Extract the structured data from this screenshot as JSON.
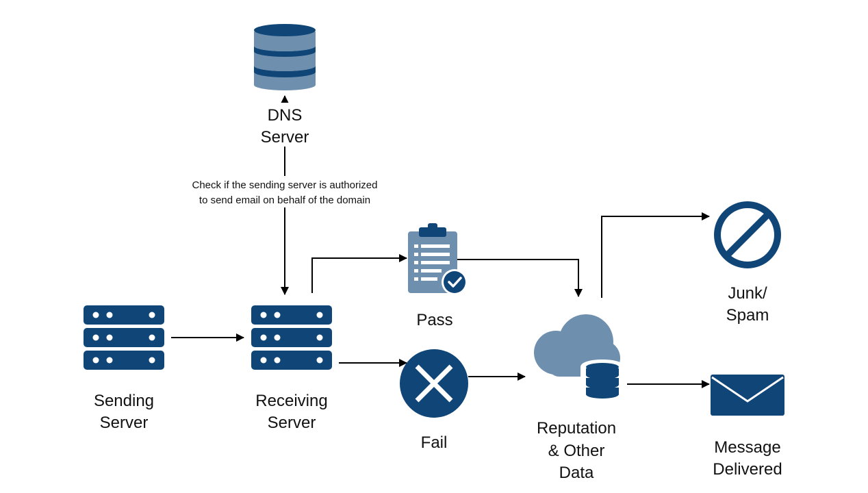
{
  "colors": {
    "dark_blue": "#0f4577",
    "light_blue": "#6e8fae",
    "line": "#000000",
    "text": "#111111",
    "background": "#ffffff"
  },
  "nodes": {
    "dns_server": {
      "icon": "database-icon",
      "label_line1": "DNS",
      "label_line2": "Server"
    },
    "sending_server": {
      "icon": "server-rack-icon",
      "label_line1": "Sending",
      "label_line2": "Server"
    },
    "receiving_server": {
      "icon": "server-rack-icon",
      "label_line1": "Receiving",
      "label_line2": "Server"
    },
    "pass": {
      "icon": "clipboard-check-icon",
      "label": "Pass"
    },
    "fail": {
      "icon": "x-circle-icon",
      "label": "Fail"
    },
    "reputation": {
      "icon": "cloud-database-icon",
      "label_line1": "Reputation",
      "label_line2": "& Other",
      "label_line3": "Data"
    },
    "junk_spam": {
      "icon": "prohibited-icon",
      "label_line1": "Junk/",
      "label_line2": "Spam"
    },
    "message_delivered": {
      "icon": "envelope-icon",
      "label_line1": "Message",
      "label_line2": "Delivered"
    }
  },
  "annotation": {
    "line1": "Check if the sending server is authorized",
    "line2": "to send email on behalf of the domain"
  }
}
